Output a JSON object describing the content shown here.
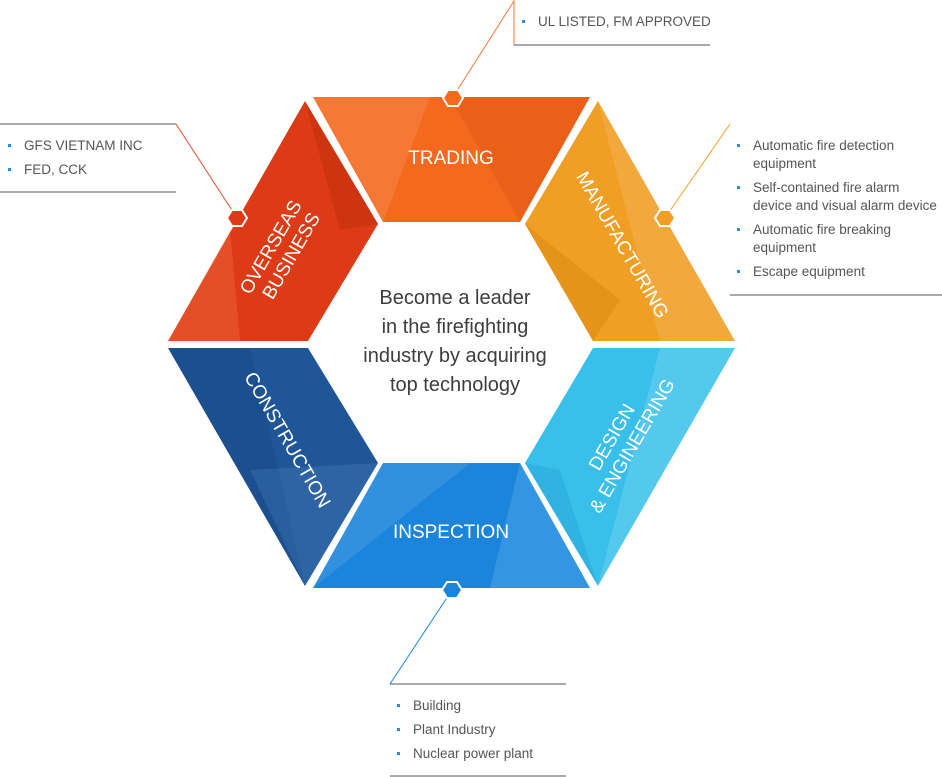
{
  "center": {
    "lines": [
      "Become a leader",
      "in the firefighting",
      "industry by acquiring",
      "top technology"
    ]
  },
  "segments": {
    "trading": {
      "label": "TRADING",
      "color": "#f5691f"
    },
    "manufacturing": {
      "label": "MANUFACTURING",
      "color": "#f09e24"
    },
    "design": {
      "line1": "DESIGN",
      "line2": "& ENGINEERING",
      "color": "#38bfea"
    },
    "inspection": {
      "label": "INSPECTION",
      "color": "#1b85db"
    },
    "construction": {
      "label": "CONSTRUCTION",
      "color": "#1f5698"
    },
    "overseas": {
      "line1": "OVERSEAS",
      "line2": "BUSINESS",
      "color": "#dd3b16"
    }
  },
  "callouts": {
    "trading": {
      "items": [
        "UL LISTED, FM APPROVED"
      ]
    },
    "overseas": {
      "items": [
        "GFS VIETNAM INC",
        "FED, CCK"
      ]
    },
    "manufacturing": {
      "items": [
        "Automatic fire detection equipment",
        "Self-contained fire alarm device and visual alarm device",
        "Automatic fire breaking equipment",
        "Escape equipment"
      ]
    },
    "inspection": {
      "items": [
        "Building",
        "Plant Industry",
        "Nuclear power plant"
      ]
    }
  }
}
